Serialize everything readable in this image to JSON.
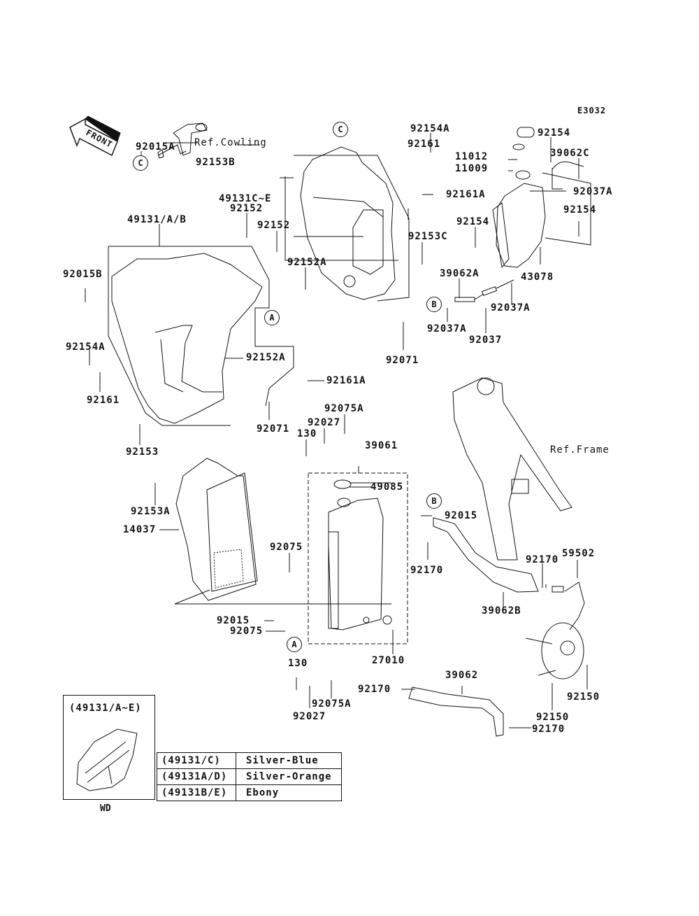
{
  "diagram": {
    "code": "E3032",
    "front_label": "FRONT",
    "refs": {
      "cowling": "Ref.Cowling",
      "frame": "Ref.Frame"
    },
    "callouts": {
      "A": "A",
      "B": "B",
      "C": "C"
    },
    "parts": [
      {
        "id": "p01",
        "number": "92015A"
      },
      {
        "id": "p02",
        "number": "92153B"
      },
      {
        "id": "p03",
        "number": "49131C~E"
      },
      {
        "id": "p04",
        "number": "92152"
      },
      {
        "id": "p05",
        "number": "92152"
      },
      {
        "id": "p06",
        "number": "49131/A/B"
      },
      {
        "id": "p07",
        "number": "92015B"
      },
      {
        "id": "p08",
        "number": "92152A"
      },
      {
        "id": "p09",
        "number": "92154A"
      },
      {
        "id": "p10",
        "number": "92161"
      },
      {
        "id": "p11",
        "number": "92152A"
      },
      {
        "id": "p12",
        "number": "92161A"
      },
      {
        "id": "p13",
        "number": "92153"
      },
      {
        "id": "p14",
        "number": "92071"
      },
      {
        "id": "p15",
        "number": "92154A"
      },
      {
        "id": "p16",
        "number": "92161"
      },
      {
        "id": "p17",
        "number": "92161A"
      },
      {
        "id": "p18",
        "number": "92153C"
      },
      {
        "id": "p19",
        "number": "92071"
      },
      {
        "id": "p20",
        "number": "11012"
      },
      {
        "id": "p21",
        "number": "11009"
      },
      {
        "id": "p22",
        "number": "92154"
      },
      {
        "id": "p23",
        "number": "39062C"
      },
      {
        "id": "p24",
        "number": "92037A"
      },
      {
        "id": "p25",
        "number": "92154"
      },
      {
        "id": "p26",
        "number": "92154"
      },
      {
        "id": "p27",
        "number": "43078"
      },
      {
        "id": "p28",
        "number": "39062A"
      },
      {
        "id": "p29",
        "number": "92037A"
      },
      {
        "id": "p30",
        "number": "92037A"
      },
      {
        "id": "p31",
        "number": "92037"
      },
      {
        "id": "p32",
        "number": "92075A"
      },
      {
        "id": "p33",
        "number": "92027"
      },
      {
        "id": "p34",
        "number": "130"
      },
      {
        "id": "p35",
        "number": "39061"
      },
      {
        "id": "p36",
        "number": "49085"
      },
      {
        "id": "p37",
        "number": "92153A"
      },
      {
        "id": "p38",
        "number": "14037"
      },
      {
        "id": "p39",
        "number": "92075"
      },
      {
        "id": "p40",
        "number": "92015"
      },
      {
        "id": "p41",
        "number": "92170"
      },
      {
        "id": "p42",
        "number": "92170"
      },
      {
        "id": "p43",
        "number": "59502"
      },
      {
        "id": "p44",
        "number": "39062B"
      },
      {
        "id": "p45",
        "number": "92015"
      },
      {
        "id": "p46",
        "number": "92075"
      },
      {
        "id": "p47",
        "number": "27010"
      },
      {
        "id": "p48",
        "number": "130"
      },
      {
        "id": "p49",
        "number": "92075A"
      },
      {
        "id": "p50",
        "number": "92027"
      },
      {
        "id": "p51",
        "number": "92170"
      },
      {
        "id": "p52",
        "number": "39062"
      },
      {
        "id": "p53",
        "number": "92150"
      },
      {
        "id": "p54",
        "number": "92150"
      },
      {
        "id": "p55",
        "number": "92170"
      }
    ]
  },
  "inset": {
    "title": "(49131/A~E)",
    "caption": "WD",
    "color_table": [
      {
        "code": "(49131/C)",
        "color": "Silver-Blue"
      },
      {
        "code": "(49131A/D)",
        "color": "Silver-Orange"
      },
      {
        "code": "(49131B/E)",
        "color": "Ebony"
      }
    ]
  }
}
